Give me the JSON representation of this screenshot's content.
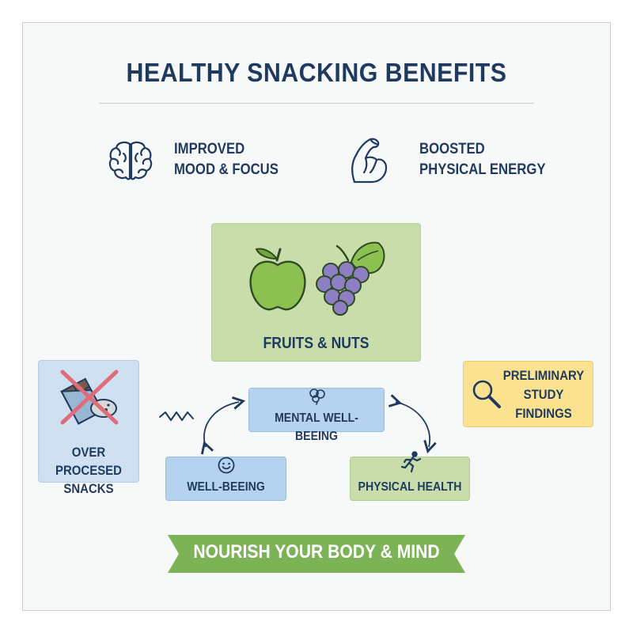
{
  "title": "HEALTHY SNACKING BENEFITS",
  "benefits": [
    {
      "icon": "brain-icon",
      "line1": "IMPROVED",
      "line2": "MOOD & FOCUS"
    },
    {
      "icon": "flexed-arm-icon",
      "line1": "BOOSTED",
      "line2": "PHYSICAL ENERGY"
    }
  ],
  "hero": {
    "label": "FRUITS & NUTS",
    "icons": [
      "apple-icon",
      "grapes-icon"
    ]
  },
  "processed": {
    "line1": "OVER PROCESED",
    "line2": "SNACKS",
    "icon": "crossed-out-candy-bar-icon"
  },
  "study": {
    "line1": "PRELIMINARY",
    "line2": "STUDY",
    "line3": "FINDINGS",
    "icon": "magnifier-icon"
  },
  "cycle": {
    "mental": {
      "label": "MENTAL WELL-BEEING",
      "icon": "brain-icon"
    },
    "wellbeing": {
      "label": "WELL-BEEING",
      "icon": "smiley-icon"
    },
    "physical": {
      "label": "PHYSICAL HEALTH",
      "icon": "runner-icon"
    }
  },
  "banner": "NOURISH YOUR BODY & MIND",
  "colors": {
    "navy": "#1f3a5f",
    "green_box": "#c8dda9",
    "blue_box": "#b5d3ee",
    "light_blue_box": "#cfe1f1",
    "yellow_box": "#fbe291",
    "banner_green": "#7cb356",
    "apple_green": "#8cc152",
    "grape_purple": "#8e7fc4"
  }
}
